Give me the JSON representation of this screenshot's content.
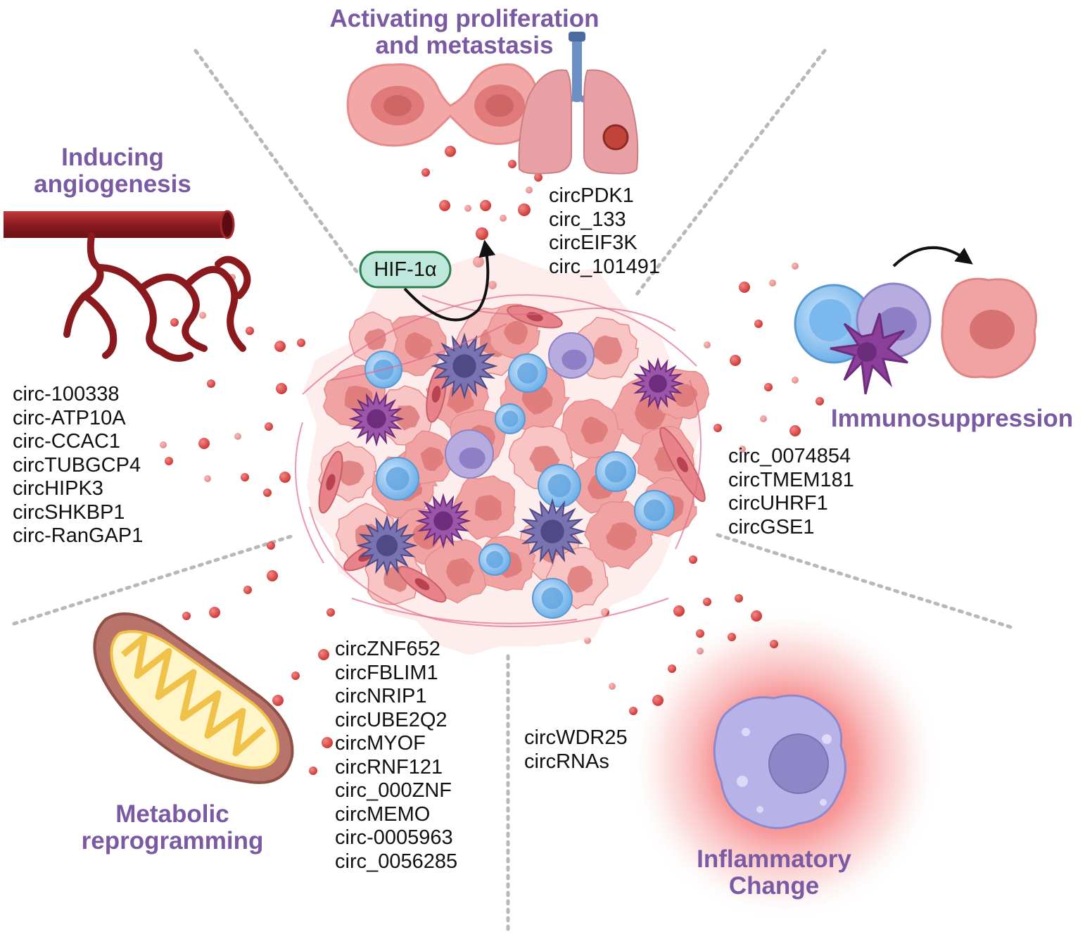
{
  "sections": {
    "proliferation": {
      "title_lines": [
        "Activating proliferation",
        "and metastasis"
      ],
      "circrnas": [
        "circPDK1",
        "circ_133",
        "circEIF3K",
        "circ_101491"
      ]
    },
    "angiogenesis": {
      "title_lines": [
        "Inducing",
        "angiogenesis"
      ],
      "circrnas": [
        "circ-100338",
        "circ-ATP10A",
        "circ-CCAC1",
        "circTUBGCP4",
        "circHIPK3",
        "circSHKBP1",
        "circ-RanGAP1"
      ]
    },
    "immunosuppression": {
      "title_lines": [
        "Immunosuppression"
      ],
      "circrnas": [
        "circ_0074854",
        "circTMEM181",
        "circUHRF1",
        "circGSE1"
      ]
    },
    "metabolic": {
      "title_lines": [
        "Metabolic",
        "reprogramming"
      ],
      "circrnas": [
        "circZNF652",
        "circFBLIM1",
        "circNRIP1",
        "circUBE2Q2",
        "circMYOF",
        "circRNF121",
        "circ_000ZNF",
        "circMEMO",
        "circ-0005963",
        "circ_0056285"
      ]
    },
    "inflammatory": {
      "title_lines": [
        "Inflammatory",
        "Change"
      ],
      "circrnas": [
        "circWDR25",
        "circRNAs"
      ]
    }
  },
  "hif": {
    "label": "HIF-1α"
  },
  "colors": {
    "heading": "#7a5aa2",
    "vessel": "#8b1a1f",
    "tumor_cell": "#f1a3a3",
    "vesicle": "#d9534f",
    "divider": "#b8b8b8"
  },
  "icons": [
    "dividing-cell-icon",
    "lungs-icon",
    "blood-vessel-icon",
    "immune-cells-icon",
    "tumor-cell-icon",
    "mitochondrion-icon",
    "macrophage-icon",
    "tumor-microenvironment-icon"
  ]
}
